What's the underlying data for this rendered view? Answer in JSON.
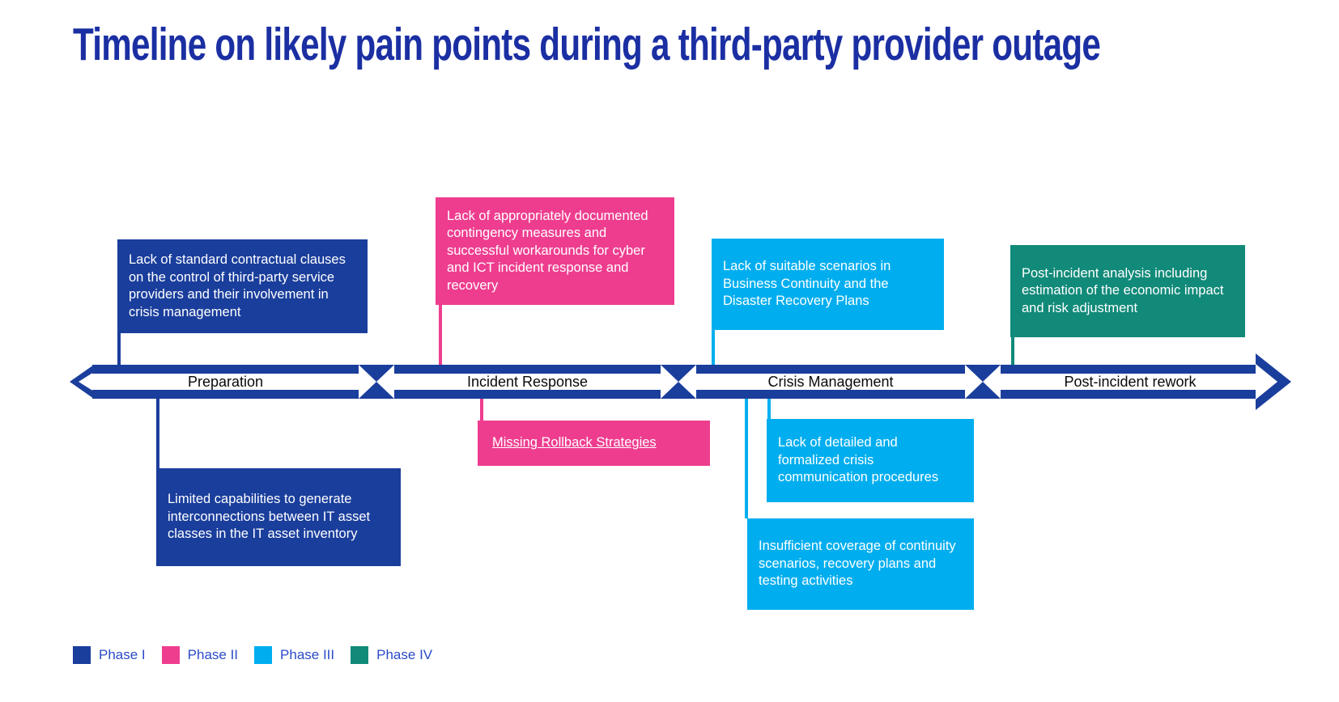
{
  "title": "Timeline on likely pain points during a third-party provider outage",
  "colors": {
    "phase1_navy": "#1a3e9c",
    "phase2_pink": "#ee3d8f",
    "phase3_cyan": "#00aeef",
    "phase4_teal": "#118a79",
    "title_blue": "#1b2fa3",
    "legend_text_blue": "#2b4bc8",
    "segment_text": "#0a0a0a"
  },
  "timeline": {
    "segments": [
      {
        "label": "Preparation",
        "phase": "Phase I"
      },
      {
        "label": "Incident Response",
        "phase": "Phase II"
      },
      {
        "label": "Crisis Management",
        "phase": "Phase III"
      },
      {
        "label": "Post-incident rework",
        "phase": "Phase IV"
      }
    ]
  },
  "callouts": {
    "above": [
      {
        "phase": "Phase I",
        "text": "Lack of standard contractual clauses on the control of third-party service providers and their involvement in crisis management"
      },
      {
        "phase": "Phase II",
        "text": "Lack of appropriately documented contingency measures and successful workarounds for cyber and ICT incident response and recovery"
      },
      {
        "phase": "Phase III",
        "text": "Lack of suitable scenarios in Business Continuity and the Disaster Recovery Plans"
      },
      {
        "phase": "Phase IV",
        "text": "Post-incident analysis including estimation of the economic impact and risk adjustment"
      }
    ],
    "below": [
      {
        "phase": "Phase I",
        "text": "Limited capabilities to generate interconnections between IT asset classes in the IT asset inventory"
      },
      {
        "phase": "Phase II",
        "text": "Missing Rollback Strategies",
        "underlined": true
      },
      {
        "phase": "Phase III",
        "text": "Lack of detailed and formalized crisis communication procedures"
      },
      {
        "phase": "Phase III",
        "text": "Insufficient coverage of continuity scenarios, recovery plans and testing activities"
      }
    ]
  },
  "legend": {
    "items": [
      {
        "label": "Phase I",
        "color": "#1a3e9c"
      },
      {
        "label": "Phase II",
        "color": "#ee3d8f"
      },
      {
        "label": "Phase III",
        "color": "#00aeef"
      },
      {
        "label": "Phase IV",
        "color": "#118a79"
      }
    ]
  }
}
